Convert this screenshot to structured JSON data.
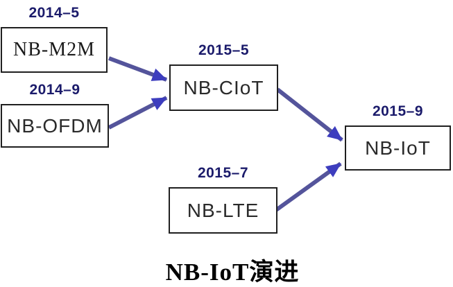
{
  "title": "NB-IoT演进",
  "nodes": [
    {
      "id": "nb-m2m",
      "label": "NB-M2M",
      "date": "2014–5"
    },
    {
      "id": "nb-ofdm",
      "label": "NB-OFDM",
      "date": "2014–9"
    },
    {
      "id": "nb-ciot",
      "label": "NB-CIoT",
      "date": "2015–5"
    },
    {
      "id": "nb-lte",
      "label": "NB-LTE",
      "date": "2015–7"
    },
    {
      "id": "nb-iot",
      "label": "NB-IoT",
      "date": "2015–9"
    }
  ],
  "edges": [
    {
      "from": "NB-M2M",
      "to": "NB-CIoT"
    },
    {
      "from": "NB-OFDM",
      "to": "NB-CIoT"
    },
    {
      "from": "NB-CIoT",
      "to": "NB-IoT"
    },
    {
      "from": "NB-LTE",
      "to": "NB-IoT"
    }
  ],
  "colors": {
    "background": "#ffffff",
    "date_text": "#1b1b6b",
    "box_border": "#1f1f1f",
    "box_text": "#2a2a2a",
    "arrow_shaft": "#54549b",
    "arrow_head": "#3d3dbe",
    "title_text": "#000000"
  }
}
